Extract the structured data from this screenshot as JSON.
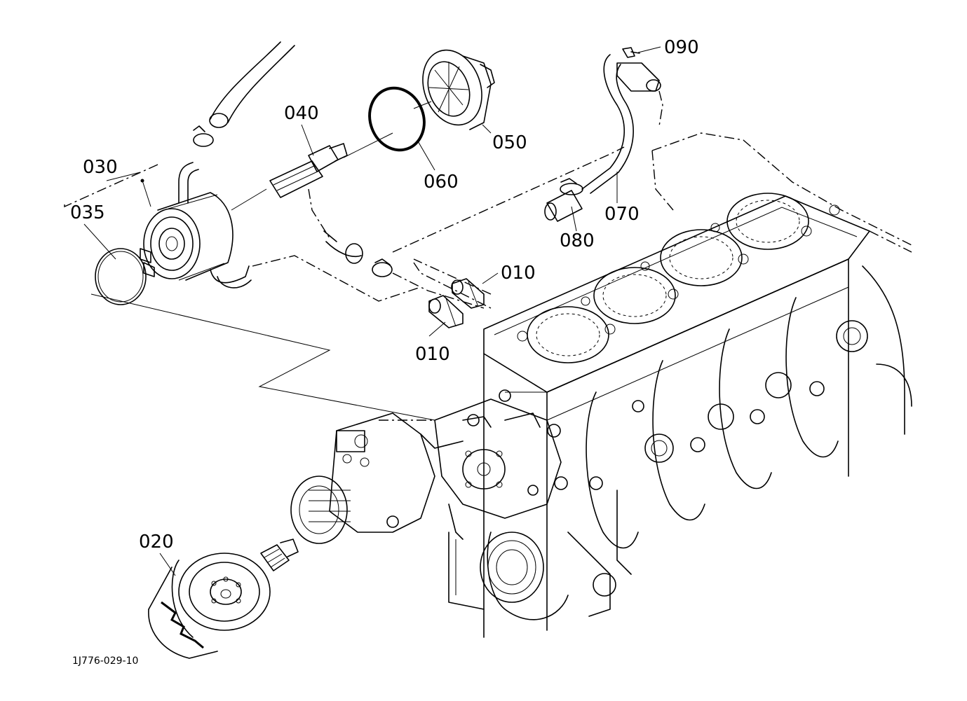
{
  "diagram_code": "1J776-029-10",
  "callouts": [
    {
      "id": "010a",
      "label": "010"
    },
    {
      "id": "010b",
      "label": "010"
    },
    {
      "id": "020",
      "label": "020"
    },
    {
      "id": "030",
      "label": "030"
    },
    {
      "id": "035",
      "label": "035"
    },
    {
      "id": "040",
      "label": "040"
    },
    {
      "id": "050",
      "label": "050"
    },
    {
      "id": "060",
      "label": "060"
    },
    {
      "id": "070",
      "label": "070"
    },
    {
      "id": "080",
      "label": "080"
    },
    {
      "id": "090",
      "label": "090"
    }
  ]
}
